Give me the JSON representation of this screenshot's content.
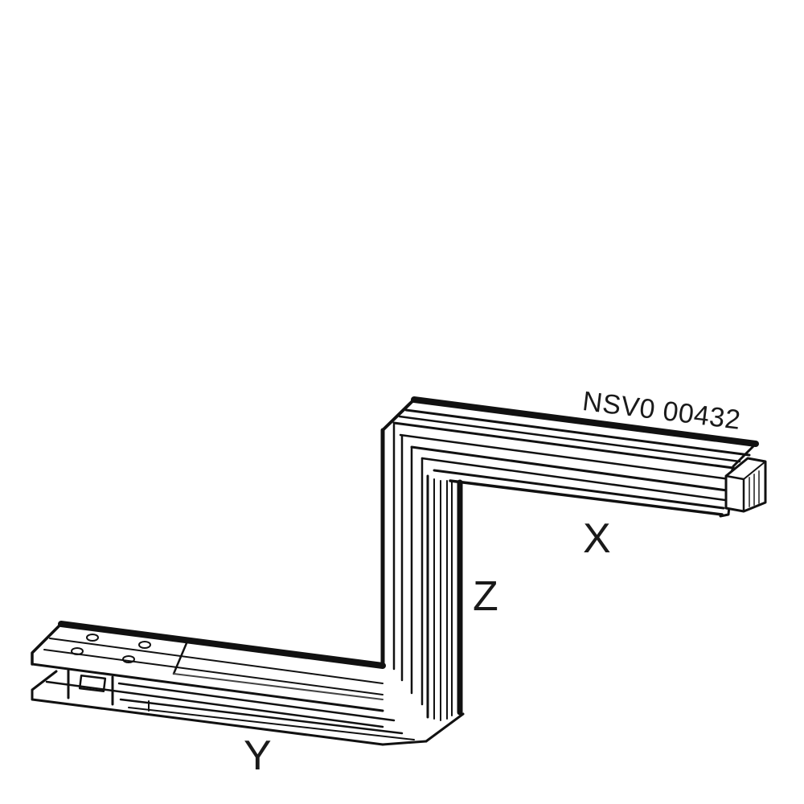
{
  "figure": {
    "type": "technical-line-drawing",
    "subject": "Z-shaped busbar trunking unit",
    "part_code": "NSV0  00432",
    "dimension_labels": {
      "x": "X",
      "y": "Y",
      "z": "Z"
    },
    "colors": {
      "background": "#ffffff",
      "line": "#111111"
    }
  }
}
